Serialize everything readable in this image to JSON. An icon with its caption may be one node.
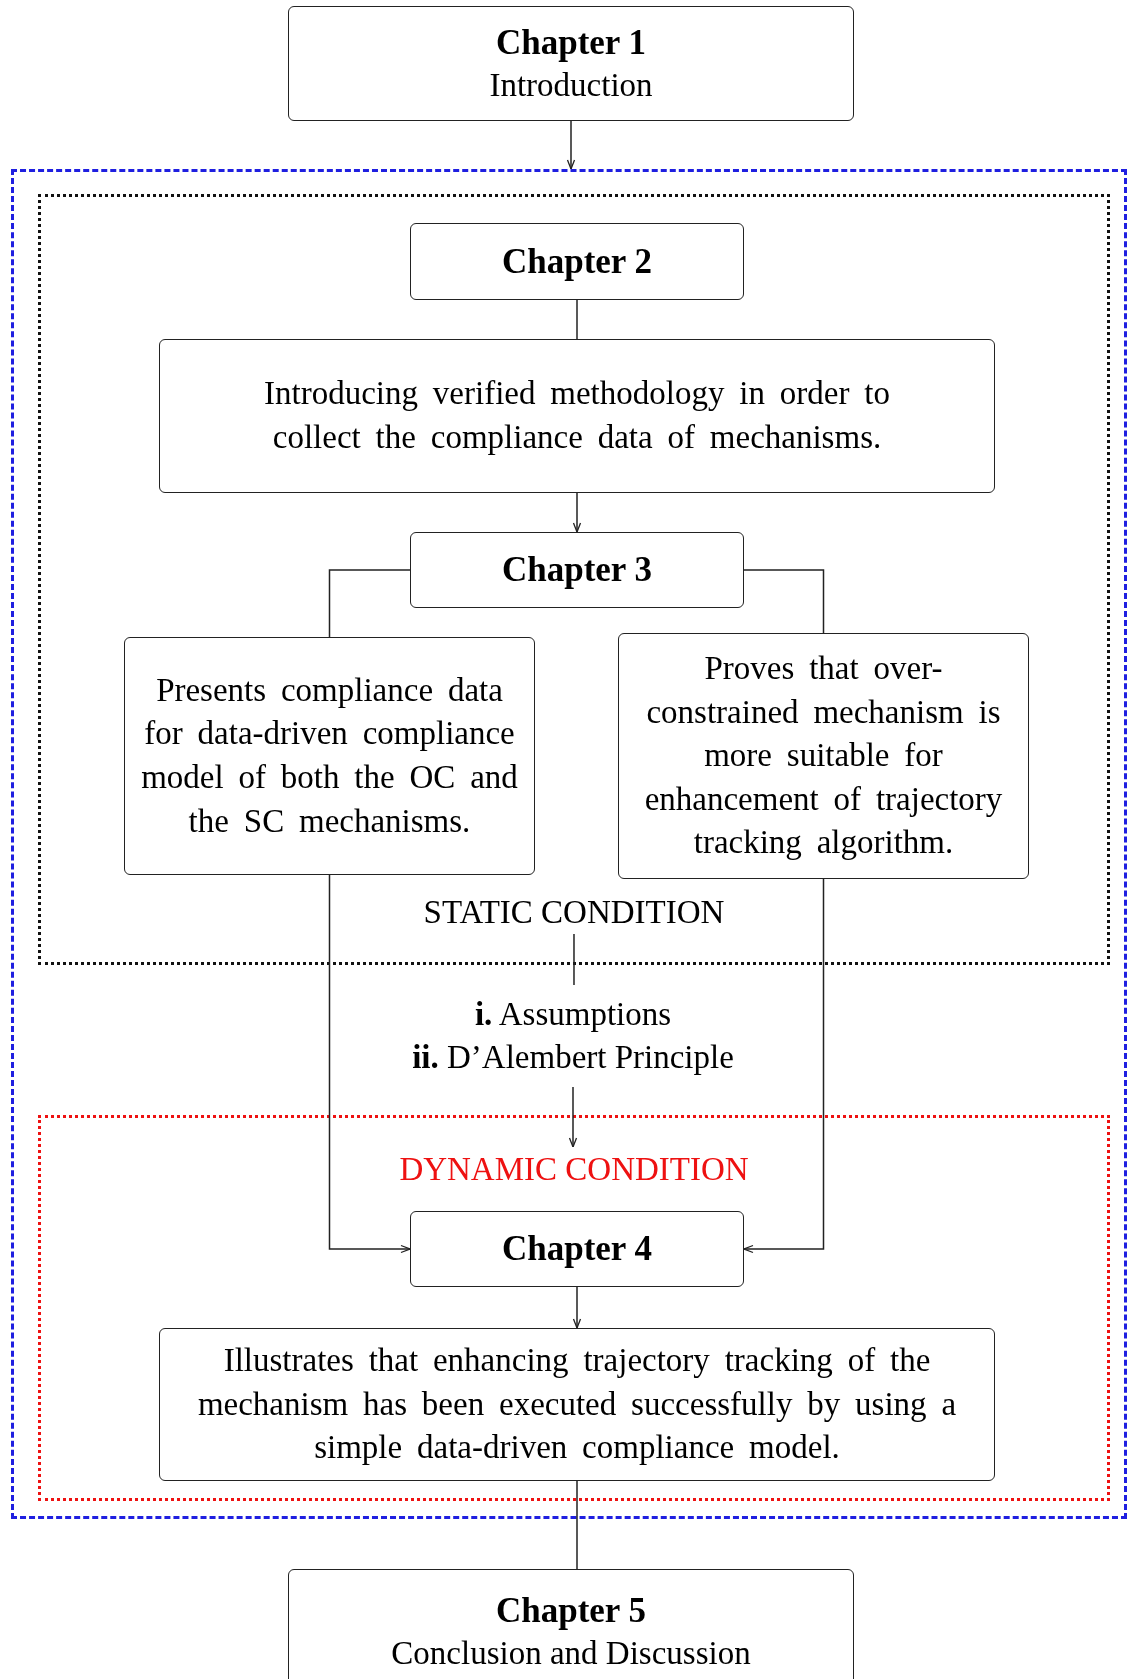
{
  "diagram": {
    "nodes": [
      {
        "text": [
          "Chapter 1",
          "Introduction"
        ]
      },
      {
        "text": [],
        "shape": "box"
      },
      {
        "text": [
          "STATIC CONDITION"
        ],
        "in": 1
      },
      {
        "text": [
          "Chapter 2"
        ],
        "in": 2
      },
      {
        "text": [
          "Introducing verified methodology in order to collect the compliance data of mechanisms."
        ],
        "in": 2
      },
      {
        "text": [
          "Chapter 3"
        ],
        "in": 2
      },
      {
        "text": [
          "Presents compliance data for data-driven compliance model of both the OC and the SC mechanisms."
        ],
        "in": 2
      },
      {
        "text": [
          "Proves that over-constrained mechanism is more suitable for enhancement of trajectory tracking algorithm."
        ],
        "in": 2
      },
      {
        "text": [
          "**i.** Assumptions",
          "**ii.** D’Alembert Principle"
        ],
        "in": 1
      },
      {
        "text": [
          "DYNAMIC CONDITION"
        ],
        "in": 1
      },
      {
        "text": [
          "Chapter 4"
        ],
        "in": 9
      },
      {
        "text": [
          "Illustrates that enhancing trajectory tracking of the mechanism has been executed successfully by using a simple data-driven compliance model."
        ],
        "in": 9
      },
      {
        "text": [
          "Chapter 5",
          "Conclusion and Discussion"
        ]
      }
    ],
    "edges": [
      {
        "from": 0,
        "to": 1,
        "arrow": "to"
      },
      {
        "from": 3,
        "to": 4,
        "arrow": "none"
      },
      {
        "from": 4,
        "to": 5,
        "arrow": "to"
      },
      {
        "from": 5,
        "to": 6,
        "arrow": "none"
      },
      {
        "from": 5,
        "to": 7,
        "arrow": "none"
      },
      {
        "from": 6,
        "to": 10,
        "arrow": "to"
      },
      {
        "from": 7,
        "to": 10,
        "arrow": "to"
      },
      {
        "from": 2,
        "to": 8,
        "arrow": "none"
      },
      {
        "from": 8,
        "to": 9,
        "arrow": "to"
      },
      {
        "from": 10,
        "to": 11,
        "arrow": "to"
      },
      {
        "from": 11,
        "to": 12,
        "arrow": "to"
      }
    ]
  }
}
